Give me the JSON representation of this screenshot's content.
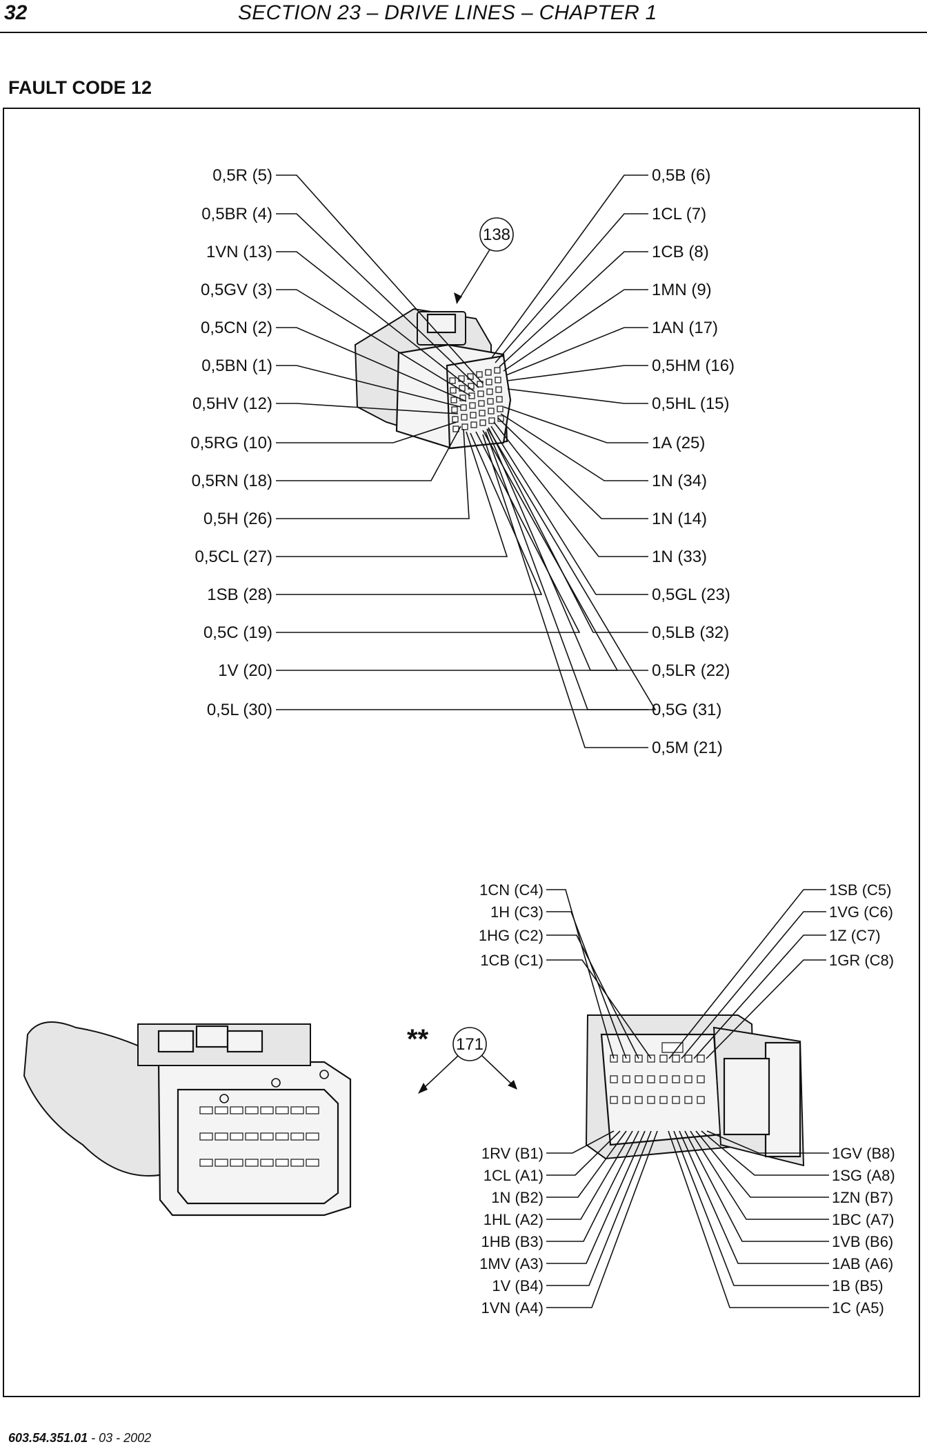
{
  "header": {
    "page_number": "32",
    "section_title": "SECTION 23 – DRIVE LINES – CHAPTER 1"
  },
  "fault_title": "FAULT CODE 12",
  "connector_138": {
    "ref": "138",
    "left_wires": [
      "0,5R (5)",
      "0,5BR (4)",
      "1VN (13)",
      "0,5GV (3)",
      "0,5CN (2)",
      "0,5BN (1)",
      "0,5HV (12)",
      "0,5RG (10)",
      "0,5RN (18)",
      "0,5H (26)",
      "0,5CL (27)",
      "1SB (28)",
      "0,5C (19)",
      "1V (20)",
      "0,5L (30)"
    ],
    "right_wires": [
      "0,5B (6)",
      "1CL (7)",
      "1CB (8)",
      "1MN (9)",
      "1AN (17)",
      "0,5HM (16)",
      "0,5HL (15)",
      "1A (25)",
      "1N (34)",
      "1N (14)",
      "1N (33)",
      "0,5GL (23)",
      "0,5LB (32)",
      "0,5LR (22)",
      "0,5G (31)",
      "0,5M (21)"
    ]
  },
  "connector_171": {
    "ref": "171",
    "marker": "**",
    "top_left_wires": [
      "1CN (C4)",
      "1H (C3)",
      "1HG (C2)",
      "1CB (C1)"
    ],
    "top_right_wires": [
      "1SB (C5)",
      "1VG (C6)",
      "1Z (C7)",
      "1GR (C8)"
    ],
    "bottom_left_wires": [
      "1RV (B1)",
      "1CL (A1)",
      "1N (B2)",
      "1HL (A2)",
      "1HB (B3)",
      "1MV (A3)",
      "1V (B4)",
      "1VN (A4)"
    ],
    "bottom_right_wires": [
      "1GV (B8)",
      "1SG (A8)",
      "1ZN (B7)",
      "1BC (A7)",
      "1VB (B6)",
      "1AB (A6)",
      "1B (B5)",
      "1C (A5)"
    ]
  },
  "footer": {
    "doc_number": "603.54.351.01",
    "date": " - 03 - 2002"
  }
}
